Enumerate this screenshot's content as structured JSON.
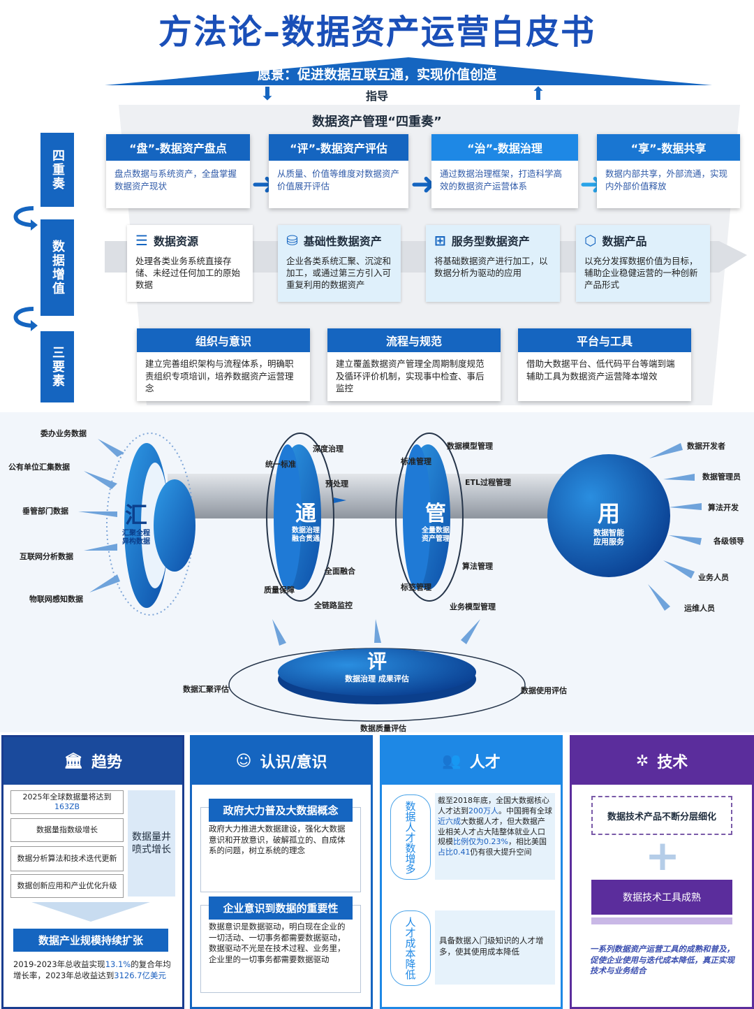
{
  "title": "方法论–数据资产运营白皮书",
  "vision": "愿景：促进数据互联互通，实现价值创造",
  "guide": "指导",
  "four_section_title": "数据资产管理“四重奏”",
  "sidebars": [
    "四重奏",
    "数据增值",
    "三要素"
  ],
  "quartet": [
    {
      "title": "“盘”-数据资产盘点",
      "desc": "盘点数据与系统资产，全盘掌握数据资产现状"
    },
    {
      "title": "“评”-数据资产评估",
      "desc": "从质量、价值等维度对数据资产价值展开评估"
    },
    {
      "title": "“治”-数据治理",
      "desc": "通过数据治理框架，打造科学高效的数据资产运营体系"
    },
    {
      "title": "“享”-数据共享",
      "desc": "数据内部共享，外部流通，实现内外部价值释放"
    }
  ],
  "assets": [
    {
      "title": "数据资源",
      "desc": "处理各类业务系统直接存储、未经过任何加工的原始数据"
    },
    {
      "title": "基础性数据资产",
      "desc": "企业各类系统汇聚、沉淀和加工，或通过第三方引入可重复利用的数据资产"
    },
    {
      "title": "服务型数据资产",
      "desc": "将基础数据资产进行加工，以数据分析为驱动的应用"
    },
    {
      "title": "数据产品",
      "desc": "以充分发挥数据价值为目标，辅助企业稳健运营的一种创新产品形式"
    }
  ],
  "elements": [
    {
      "title": "组织与意识",
      "desc": "建立完善组织架构与流程体系，明确职责组织专项培训，培养数据资产运营理念"
    },
    {
      "title": "流程与规范",
      "desc": "建立覆盖数据资产管理全周期制度规范及循环评价机制，实现事中检查、事后监控"
    },
    {
      "title": "平台与工具",
      "desc": "借助大数据平台、低代码平台等端到端辅助工具为数据资产运营降本增效"
    }
  ],
  "flow": {
    "inputs": [
      "委办业务数据",
      "公有单位汇集数据",
      "垂管部门数据",
      "互联网分析数据",
      "物联网感知数据"
    ],
    "hui": {
      "big": "汇",
      "small": "汇聚全程异构数据"
    },
    "tong": {
      "big": "通",
      "small": "数据治理融合贯通"
    },
    "tong_labels": [
      "深度治理",
      "统一标准",
      "预处理",
      "全面融合",
      "质量保障",
      "全链路监控"
    ],
    "guan": {
      "big": "管",
      "small": "全量数据资产管理"
    },
    "guan_labels": [
      "数据模型管理",
      "标准管理",
      "ETL过程管理",
      "算法管理",
      "标签管理",
      "业务模型管理"
    ],
    "yong": {
      "big": "用",
      "small": "数据智能应用服务"
    },
    "outputs": [
      "数据开发者",
      "数据管理员",
      "算法开发",
      "各级领导",
      "业务人员",
      "运维人员"
    ],
    "ping": {
      "big": "评",
      "small": "数据治理 成果评估"
    },
    "ping_labels": [
      "数据汇聚评估",
      "数据使用评估",
      "数据质量评估"
    ]
  },
  "panels": {
    "trend": {
      "title": "趋势",
      "boxes": [
        "2025年全球数据量将达到",
        "163ZB",
        "数据量指数级增长",
        "数据分析算法和技术迭代更新",
        "数据创新应用和产业优化升级"
      ],
      "side": "数据量井喷式增长",
      "ribbon": "数据产业规模持续扩张",
      "foot_a": "2019-2023年总收益实现",
      "foot_b": "13.1%",
      "foot_c": "的复合年均增长率，2023年总收益达到",
      "foot_d": "3126.7亿美元"
    },
    "aware": {
      "title": "认识/意识",
      "r1": "政府大力普及大数据概念",
      "t1": "政府大力推进大数据建设，强化大数据意识和开放意识，破解孤立的、自成体系的问题，树立系统的理念",
      "r2": "企业意识到数据的重要性",
      "t2": "数据意识是数据驱动，明白现在企业的一切活动、一切事务都需要数据驱动，数据驱动不光是在技术过程、业务里，企业里的一切事务都需要数据驱动"
    },
    "talent": {
      "title": "人才",
      "v1": "数据人才数增多",
      "t1a": "截至2018年底，全国大数据核心人才达到",
      "t1b": "200万人",
      "t1c": "。中国拥有全球",
      "t1d": "近六成",
      "t1e": "大数据人才，但大数据产业相关人才占大陆整体就业人口规模",
      "t1f": "比例仅为0.23%",
      "t1g": "，相比美国",
      "t1h": "占比0.41",
      "t1i": "仍有很大提升空间",
      "v2": "人才成本降低",
      "t2": "具备数据入门级知识的人才增多，使其使用成本降低"
    },
    "tech": {
      "title": "技术",
      "b1": "数据技术产品不断分层细化",
      "plus": "+",
      "b2": "数据技术工具成熟",
      "foot": "一系列数据资产运营工具的成熟和普及，促使企业使用与迭代成本降低，真正实现技术与业务结合"
    }
  },
  "colors": {
    "primary": "#1565c0",
    "dark": "#1a3d8f",
    "tech": "#5b2d9c",
    "light": "#dff0fb"
  }
}
